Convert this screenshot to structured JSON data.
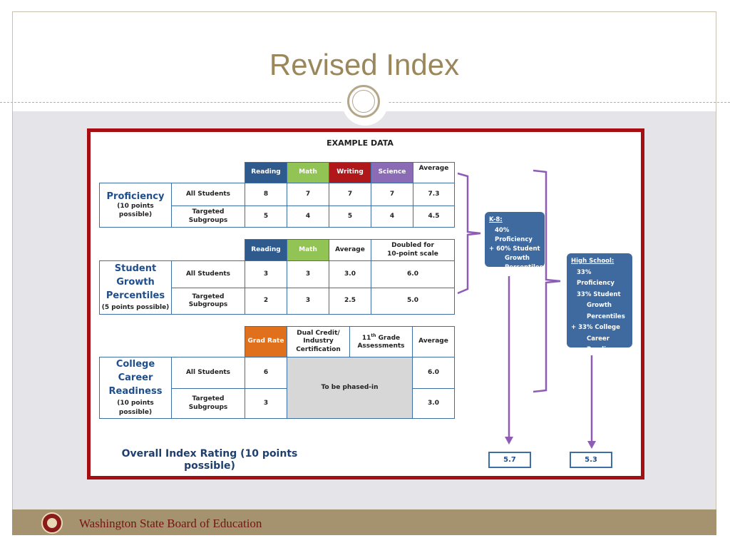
{
  "slide": {
    "title": "Revised Index",
    "footer_text": "Washington State Board of Education"
  },
  "example": {
    "heading": "EXAMPLE DATA",
    "colors": {
      "reading": "#2e5a8e",
      "math": "#92c355",
      "writing": "#b0171b",
      "science": "#8b6bb5",
      "grad_rate": "#e1701c",
      "callout": "#3f6aa0",
      "arrow": "#8e5bb5",
      "frame": "#a50f13"
    },
    "proficiency": {
      "label": "Proficiency",
      "sub": "(10 points possible)",
      "headers": [
        "Reading",
        "Math",
        "Writing",
        "Science",
        "Average"
      ],
      "rows": [
        {
          "group": "All Students",
          "values": [
            "8",
            "7",
            "7",
            "7",
            "7.3"
          ]
        },
        {
          "group": "Targeted Subgroups",
          "values": [
            "5",
            "4",
            "5",
            "4",
            "4.5"
          ]
        }
      ]
    },
    "growth": {
      "label_lines": [
        "Student",
        "Growth",
        "Percentiles"
      ],
      "sub": "(5 points possible)",
      "headers": [
        "Reading",
        "Math",
        "Average",
        "Doubled for 10-point scale"
      ],
      "rows": [
        {
          "group": "All Students",
          "values": [
            "3",
            "3",
            "3.0",
            "6.0"
          ]
        },
        {
          "group": "Targeted Subgroups",
          "values": [
            "2",
            "3",
            "2.5",
            "5.0"
          ]
        }
      ]
    },
    "ccr": {
      "label_lines": [
        "College",
        "Career",
        "Readiness"
      ],
      "sub": "(10 points possible)",
      "headers": [
        "Grad Rate",
        "Dual Credit/ Industry Certification",
        "11th Grade Assessments",
        "Average"
      ],
      "grade_sup": "th",
      "phased": "To be phased-in",
      "rows": [
        {
          "group": "All Students",
          "grad": "6",
          "avg": "6.0"
        },
        {
          "group": "Targeted Subgroups",
          "grad": "3",
          "avg": "3.0"
        }
      ]
    },
    "k8": {
      "head": "K-8:",
      "lines": [
        "40% Proficiency",
        "+ 60% Student",
        "Growth",
        "Percentiles"
      ]
    },
    "hs": {
      "head": "High School:",
      "lines": [
        "33% Proficiency",
        "33% Student",
        "Growth",
        "Percentiles",
        "+ 33% College",
        "Career",
        "Readiness"
      ]
    },
    "overall_label": "Overall Index Rating (10 points possible)",
    "overall_k8": "5.7",
    "overall_hs": "5.3"
  }
}
